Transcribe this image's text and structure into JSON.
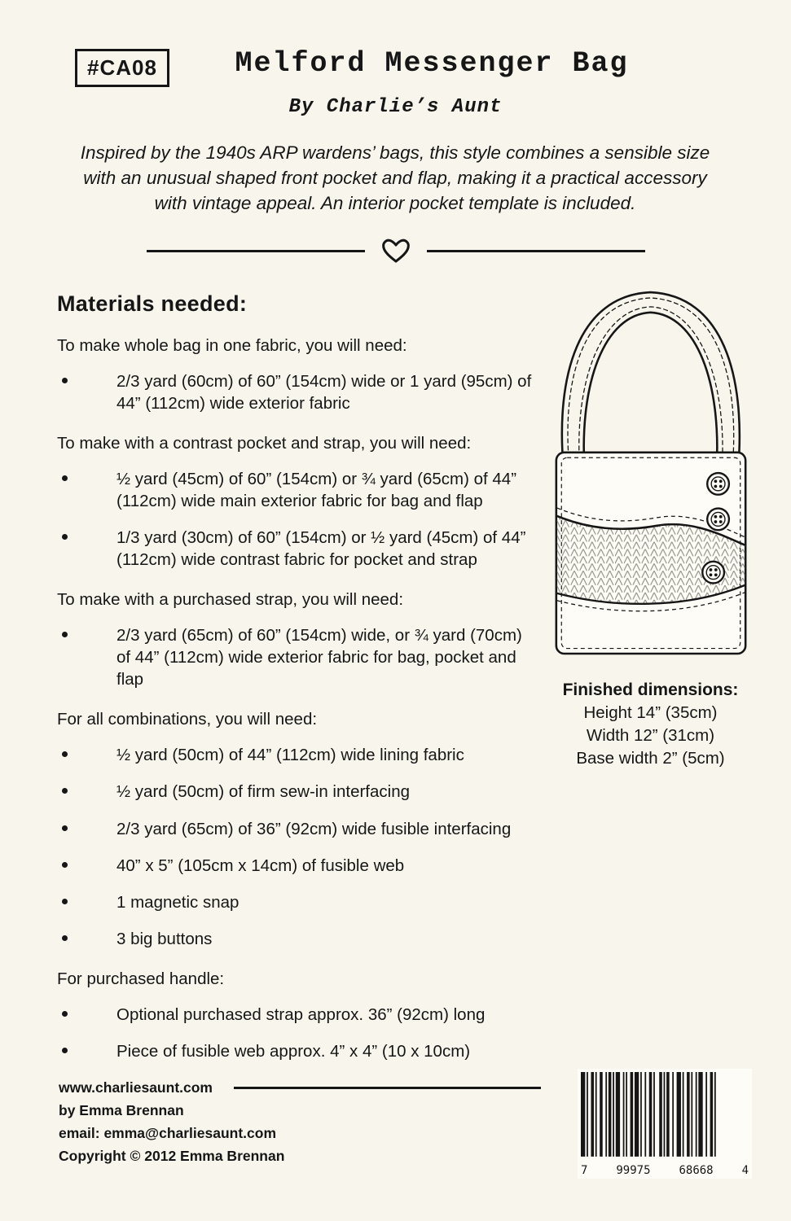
{
  "header": {
    "code": "#CA08",
    "title": "Melford Messenger Bag",
    "byline": "By Charlie’s Aunt",
    "intro": "Inspired by the 1940s ARP wardens’ bags, this style combines a sensible size with an unusual shaped front pocket and flap, making it a practical accessory with vintage appeal. An interior pocket template is included."
  },
  "materials": {
    "heading": "Materials needed:",
    "sections": [
      {
        "label": "To make whole bag in one fabric, you will need:",
        "items": [
          "2/3 yard (60cm) of 60” (154cm) wide or 1 yard (95cm) of 44” (112cm) wide exterior fabric"
        ]
      },
      {
        "label": "To make with a contrast pocket and strap, you will need:",
        "items": [
          "½ yard (45cm) of 60” (154cm) or ¾ yard (65cm) of 44” (112cm) wide main exterior fabric for bag and flap",
          "1/3 yard (30cm) of 60” (154cm) or ½ yard (45cm) of 44” (112cm) wide contrast fabric for pocket and strap"
        ]
      },
      {
        "label": "To make with a purchased strap, you will need:",
        "items": [
          "2/3 yard (65cm) of 60” (154cm) wide, or ¾ yard (70cm) of 44” (112cm) wide exterior fabric for bag, pocket and flap"
        ]
      },
      {
        "label": "For all combinations, you will need:",
        "items": [
          "½ yard (50cm) of 44” (112cm) wide lining fabric",
          "½ yard (50cm) of firm sew-in interfacing",
          "2/3 yard (65cm) of 36” (92cm) wide fusible interfacing",
          "40” x 5” (105cm x 14cm) of fusible web",
          "1 magnetic snap",
          "3 big buttons"
        ]
      },
      {
        "label": "For purchased handle:",
        "items": [
          "Optional purchased strap approx. 36” (92cm) long",
          "Piece of fusible web approx. 4” x 4” (10 x 10cm)"
        ]
      }
    ]
  },
  "dimensions": {
    "heading": "Finished dimensions:",
    "lines": [
      "Height 14” (35cm)",
      "Width 12” (31cm)",
      "Base width 2” (5cm)"
    ]
  },
  "footer": {
    "website": "www.charliesaunt.com",
    "author": "by Emma Brennan",
    "email": "email: emma@charliesaunt.com",
    "copyright": "Copyright © 2012 Emma Brennan",
    "barcode": [
      "7",
      "99975",
      "68668",
      "4"
    ]
  }
}
